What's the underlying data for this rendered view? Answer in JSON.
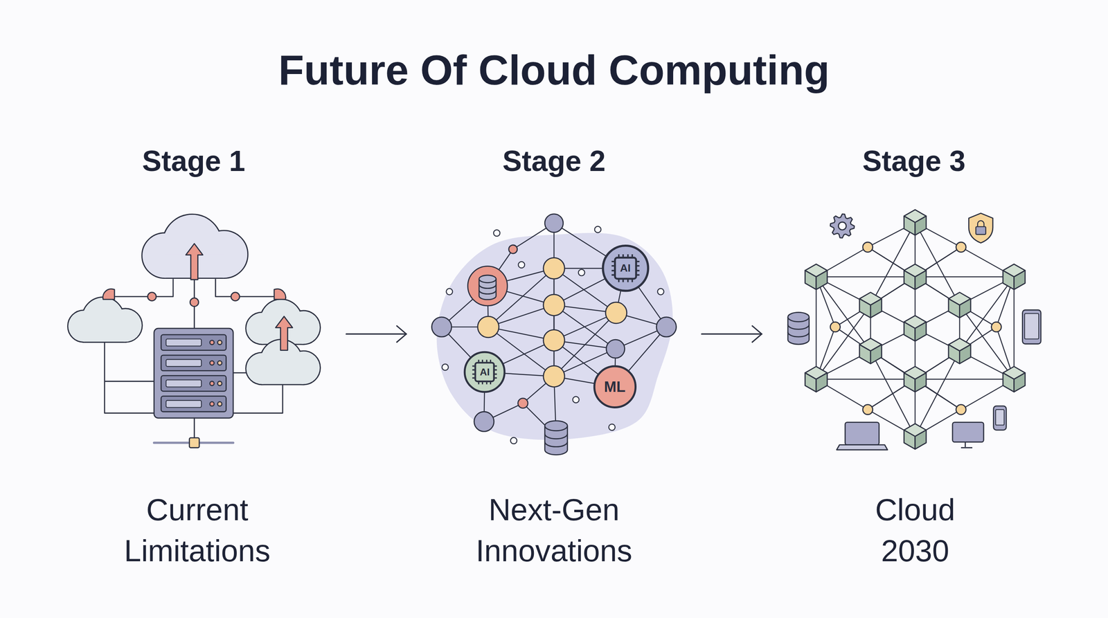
{
  "diagram": {
    "title": "Future Of Cloud Computing",
    "nodes": [
      {
        "text": [
          "AI"
        ]
      },
      {
        "text": [
          "AI"
        ]
      },
      {
        "text": [
          "ML"
        ]
      }
    ],
    "labels": [
      "Stage 1",
      "Stage 2",
      "Stage 3",
      "Current Limitations",
      "Next-Gen Innovations",
      "Cloud 2030"
    ]
  }
}
